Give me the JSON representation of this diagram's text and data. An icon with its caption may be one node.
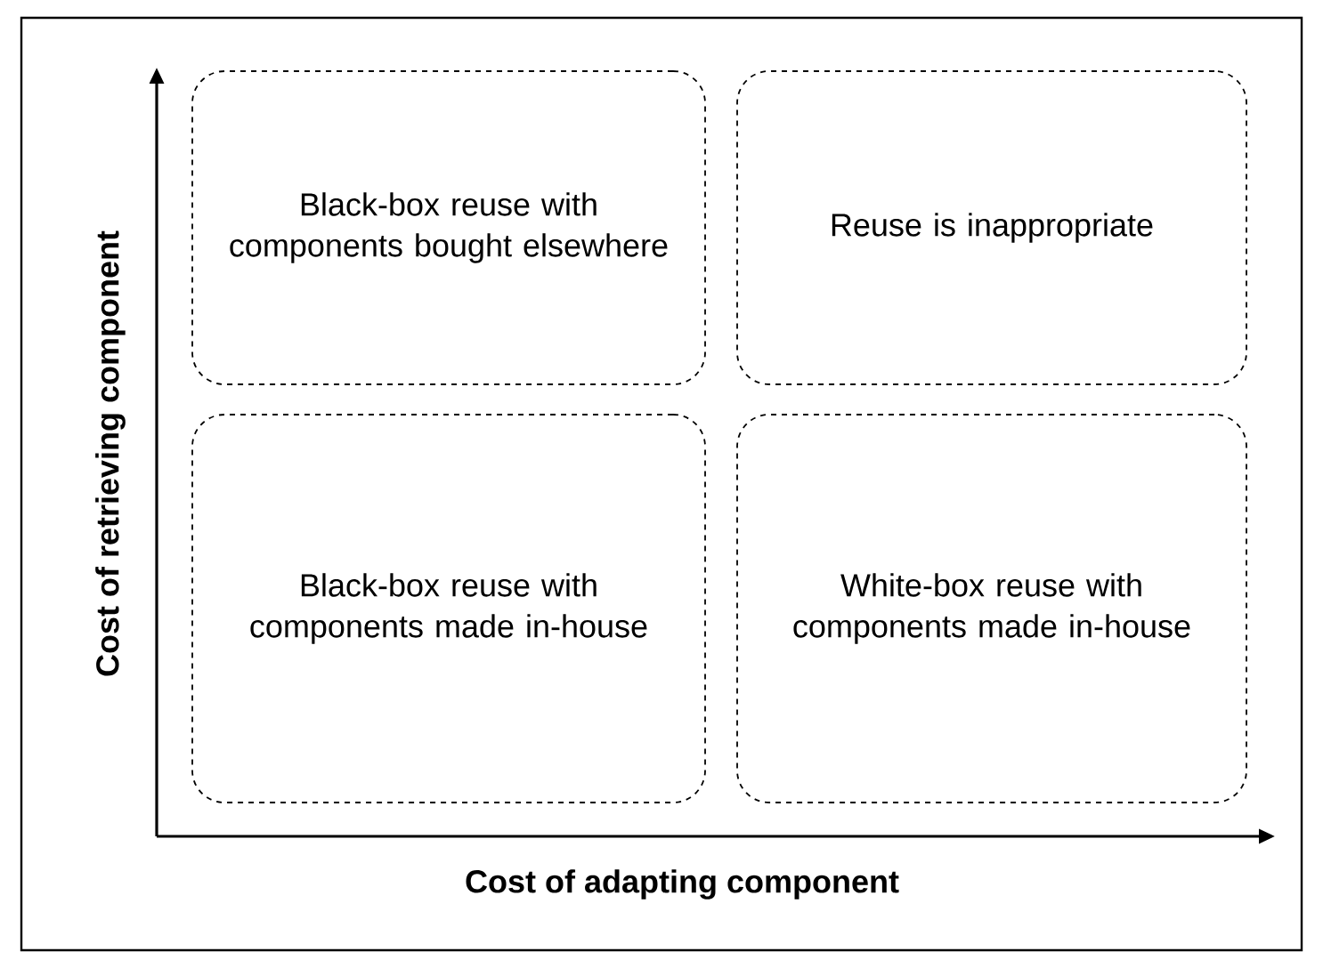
{
  "diagram": {
    "nodes": [
      {
        "text": [
          "Black-box reuse with components bought elsewhere"
        ]
      },
      {
        "text": [
          "Reuse is inappropriate"
        ]
      },
      {
        "text": [
          "Black-box reuse with components made in-house"
        ]
      },
      {
        "text": [
          "White-box reuse with components made in-house"
        ]
      }
    ],
    "labels": [
      "Cost of retrieving component",
      "Cost of adapting component"
    ]
  }
}
